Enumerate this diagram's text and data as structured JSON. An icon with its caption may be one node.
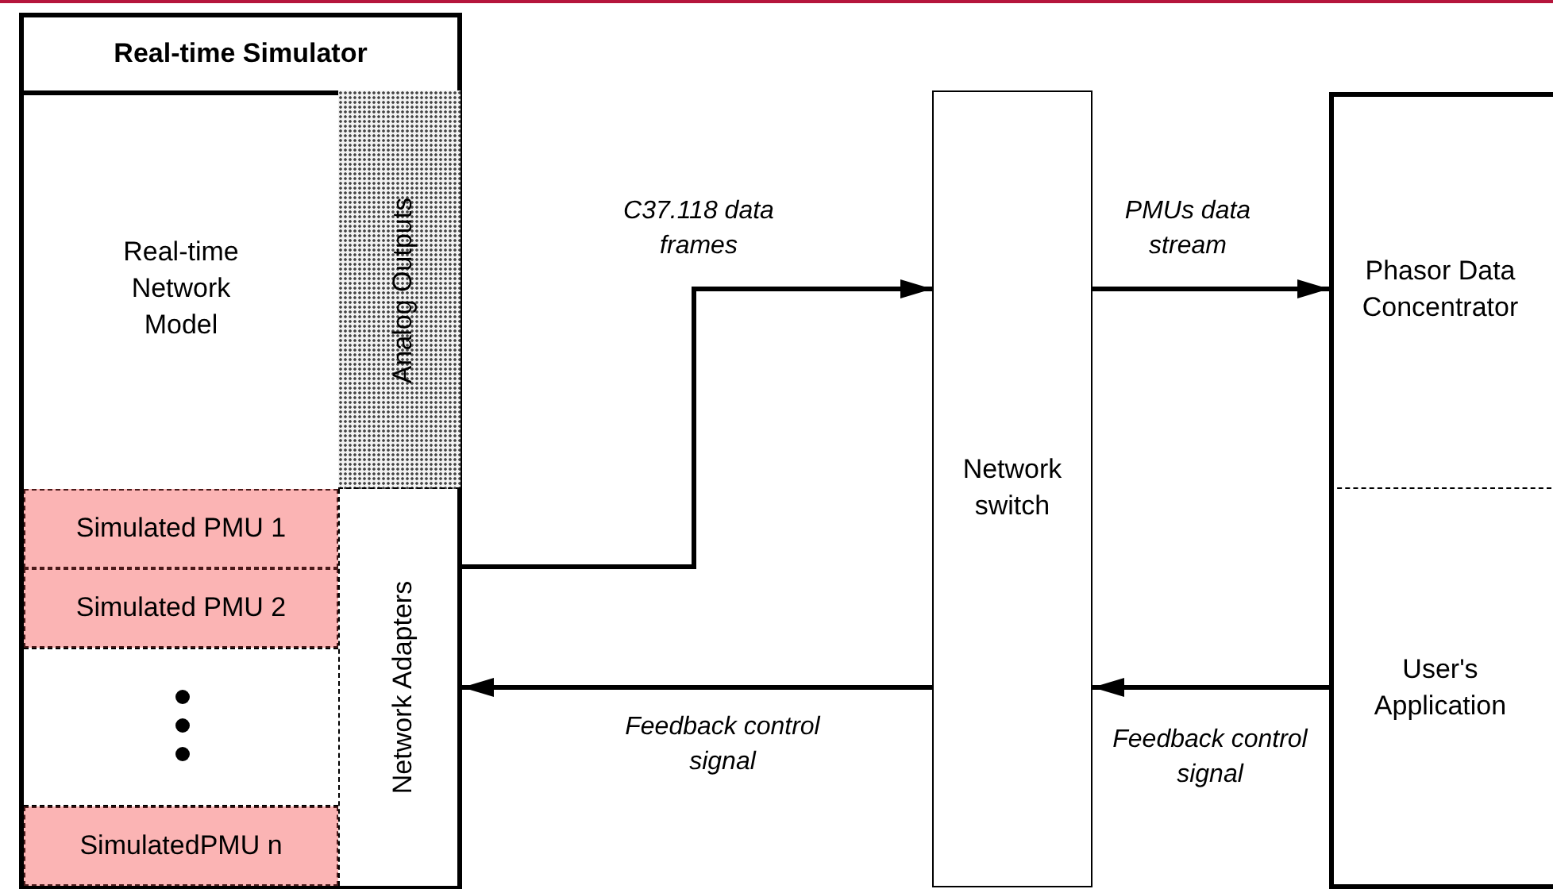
{
  "diagram": {
    "nodes": [
      {
        "text": [
          "Real-time Simulator"
        ]
      },
      {
        "text": [
          "Real-time Network Model"
        ],
        "in": 0
      },
      {
        "text": [
          "Analog Outputs"
        ],
        "in": 0
      },
      {
        "text": [
          "Simulated PMU 1"
        ],
        "in": 0
      },
      {
        "text": [
          "Simulated PMU 2"
        ],
        "in": 0
      },
      {
        "text": [
          "SimulatedPMU n"
        ],
        "in": 0
      },
      {
        "text": [
          "Network Adapters"
        ],
        "in": 0
      },
      {
        "text": [
          "Network switch"
        ]
      },
      {
        "text": [],
        "shape": "box"
      },
      {
        "text": [
          "Phasor Data Concentrator"
        ],
        "in": 8
      },
      {
        "text": [
          "User's Application"
        ],
        "in": 8
      }
    ],
    "edges": [
      {
        "from": 6,
        "to": 7,
        "arrow": "to",
        "label": "C37.118 data frames"
      },
      {
        "from": 7,
        "to": 9,
        "arrow": "to",
        "label": "PMUs data stream"
      },
      {
        "from": 10,
        "to": 7,
        "arrow": "to",
        "label": "Feedback control signal"
      },
      {
        "from": 7,
        "to": 6,
        "arrow": "to",
        "label": "Feedback control signal"
      }
    ]
  }
}
